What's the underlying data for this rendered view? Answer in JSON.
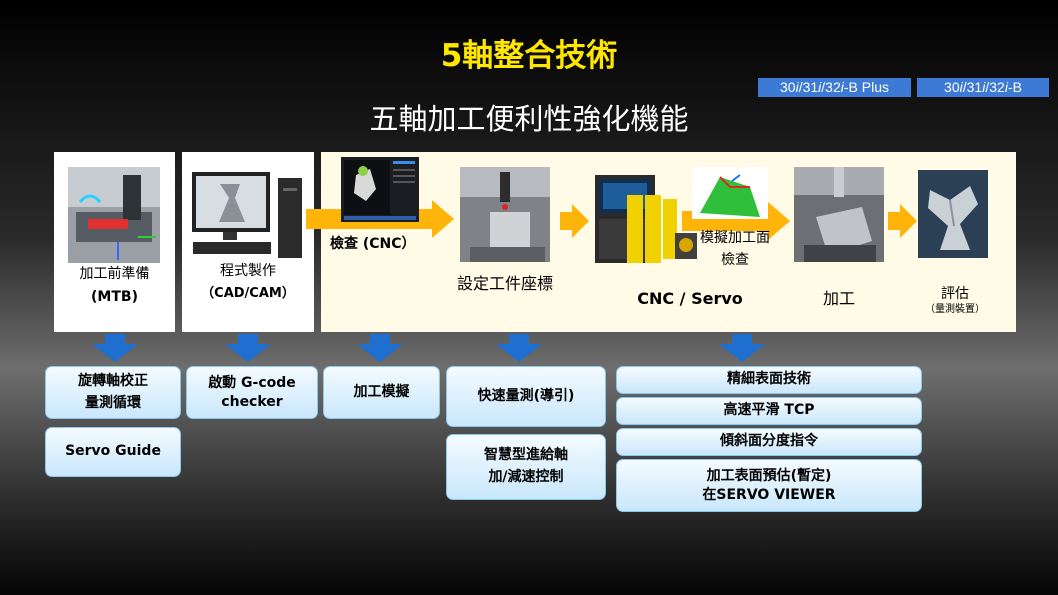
{
  "title": "5軸整合技術",
  "subtitle": "五軸加工便利性強化機能",
  "tags": [
    {
      "pre": "30",
      "i1": "i",
      "mid1": "/31",
      "i2": "i",
      "mid2": "/32",
      "i3": "i",
      "post": "-B Plus"
    },
    {
      "pre": "30",
      "i1": "i",
      "mid1": "/31",
      "i2": "i",
      "mid2": "/32",
      "i3": "i",
      "post": "-B"
    }
  ],
  "steps": {
    "mtb": {
      "line1": "加工前準備",
      "line2": "(MTB)"
    },
    "cam": {
      "line1": "程式製作",
      "line2": "（CAD/CAM）"
    },
    "check_cnc": "檢查 (CNC）",
    "workpiece": "設定工件座標",
    "cnc_servo": "CNC / Servo",
    "sim_check": {
      "line1": "模擬加工面",
      "line2": "檢查"
    },
    "machining": "加工",
    "evaluate": {
      "line1": "評估",
      "line2": "（量測裝置）"
    }
  },
  "boxes": {
    "rotary_calib": {
      "line1": "旋轉軸校正",
      "line2": "量測循環"
    },
    "servo_guide": "Servo Guide",
    "gcode_checker": {
      "line1": "啟動 G-code",
      "line2": "checker"
    },
    "sim": "加工模擬",
    "fast_measure": "快速量測(導引)",
    "smart_feed": {
      "line1": "智慧型進給軸",
      "line2": "加/減速控制"
    },
    "fine_surface": "精細表面技術",
    "hs_tcp": "高速平滑 TCP",
    "tilt_index": "傾斜面分度指令",
    "surface_eval": {
      "line1": "加工表面預估(暫定)",
      "line2": "在SERVO VIEWER"
    }
  }
}
